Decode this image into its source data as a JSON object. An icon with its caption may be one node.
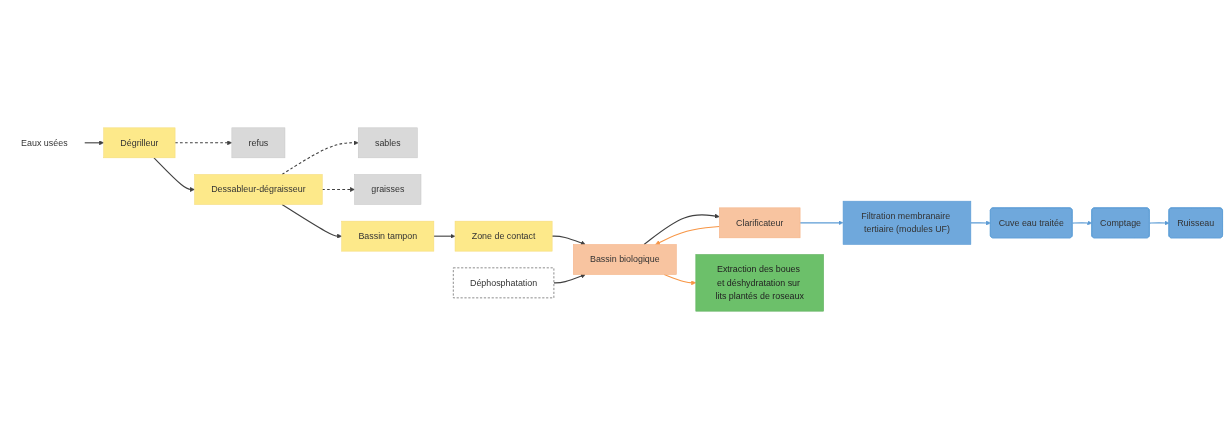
{
  "diagram": {
    "nodes": [
      {
        "text": [
          "Eaux usées"
        ]
      },
      {
        "text": [
          "Dégrilleur"
        ]
      },
      {
        "text": [
          "refus"
        ]
      },
      {
        "text": [
          "Dessableur-dégraisseur"
        ]
      },
      {
        "text": [
          "sables"
        ]
      },
      {
        "text": [
          "graisses"
        ]
      },
      {
        "text": [
          "Bassin tampon"
        ]
      },
      {
        "text": [
          "Zone de contact"
        ]
      },
      {
        "text": [
          "Déphosphatation"
        ]
      },
      {
        "text": [
          "Bassin biologique"
        ]
      },
      {
        "text": [
          "Clarificateur"
        ]
      },
      {
        "text": [
          "Extraction des boues et déshydratation sur lits plantés de roseaux"
        ]
      },
      {
        "text": [
          "Filtration membranaire tertiaire (modules UF)"
        ]
      },
      {
        "text": [
          "Cuve eau traitée"
        ]
      },
      {
        "text": [
          "Comptage"
        ]
      },
      {
        "text": [
          "Ruisseau"
        ]
      }
    ],
    "edges": [
      {
        "from": 0,
        "to": 1,
        "arrow": "to"
      },
      {
        "from": 1,
        "to": 2,
        "arrow": "to",
        "style": "dashed"
      },
      {
        "from": 1,
        "to": 3,
        "arrow": "to"
      },
      {
        "from": 3,
        "to": 4,
        "arrow": "to",
        "style": "dashed"
      },
      {
        "from": 3,
        "to": 5,
        "arrow": "to",
        "style": "dashed"
      },
      {
        "from": 3,
        "to": 6,
        "arrow": "to"
      },
      {
        "from": 6,
        "to": 7,
        "arrow": "to"
      },
      {
        "from": 7,
        "to": 9,
        "arrow": "to"
      },
      {
        "from": 8,
        "to": 9,
        "arrow": "to"
      },
      {
        "from": 9,
        "to": 10,
        "arrow": "to"
      },
      {
        "from": 10,
        "to": 12,
        "arrow": "to",
        "color": "#5b9bd5"
      },
      {
        "from": 10,
        "to": 9,
        "arrow": "to",
        "color": "#f79646"
      },
      {
        "from": 9,
        "to": 11,
        "arrow": "to",
        "color": "#f79646"
      },
      {
        "from": 12,
        "to": 13,
        "arrow": "to",
        "color": "#5b9bd5"
      },
      {
        "from": 13,
        "to": 14,
        "arrow": "to",
        "color": "#5b9bd5"
      },
      {
        "from": 14,
        "to": 15,
        "arrow": "to",
        "color": "#5b9bd5"
      }
    ]
  }
}
